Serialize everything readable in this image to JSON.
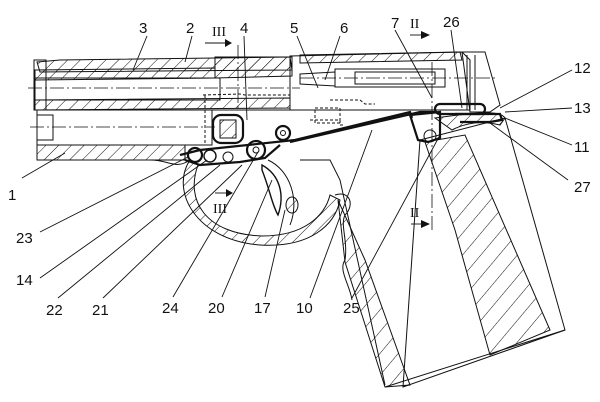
{
  "figure": {
    "description": "Sectional side view of a pistol showing barrel, slide, trigger mechanism and grip",
    "callouts": [
      {
        "id": "1",
        "label": "1"
      },
      {
        "id": "2",
        "label": "2"
      },
      {
        "id": "3",
        "label": "3"
      },
      {
        "id": "4",
        "label": "4"
      },
      {
        "id": "5",
        "label": "5"
      },
      {
        "id": "6",
        "label": "6"
      },
      {
        "id": "7",
        "label": "7"
      },
      {
        "id": "26",
        "label": "26"
      },
      {
        "id": "12",
        "label": "12"
      },
      {
        "id": "13",
        "label": "13"
      },
      {
        "id": "11",
        "label": "11"
      },
      {
        "id": "27",
        "label": "27"
      },
      {
        "id": "23",
        "label": "23"
      },
      {
        "id": "14",
        "label": "14"
      },
      {
        "id": "22",
        "label": "22"
      },
      {
        "id": "21",
        "label": "21"
      },
      {
        "id": "24",
        "label": "24"
      },
      {
        "id": "20",
        "label": "20"
      },
      {
        "id": "17",
        "label": "17"
      },
      {
        "id": "10",
        "label": "10"
      },
      {
        "id": "25",
        "label": "25"
      }
    ],
    "section_markers": [
      {
        "id": "III-top",
        "label": "III"
      },
      {
        "id": "III-bottom",
        "label": "III"
      },
      {
        "id": "II-top",
        "label": "II"
      },
      {
        "id": "II-bottom",
        "label": "II"
      }
    ]
  }
}
